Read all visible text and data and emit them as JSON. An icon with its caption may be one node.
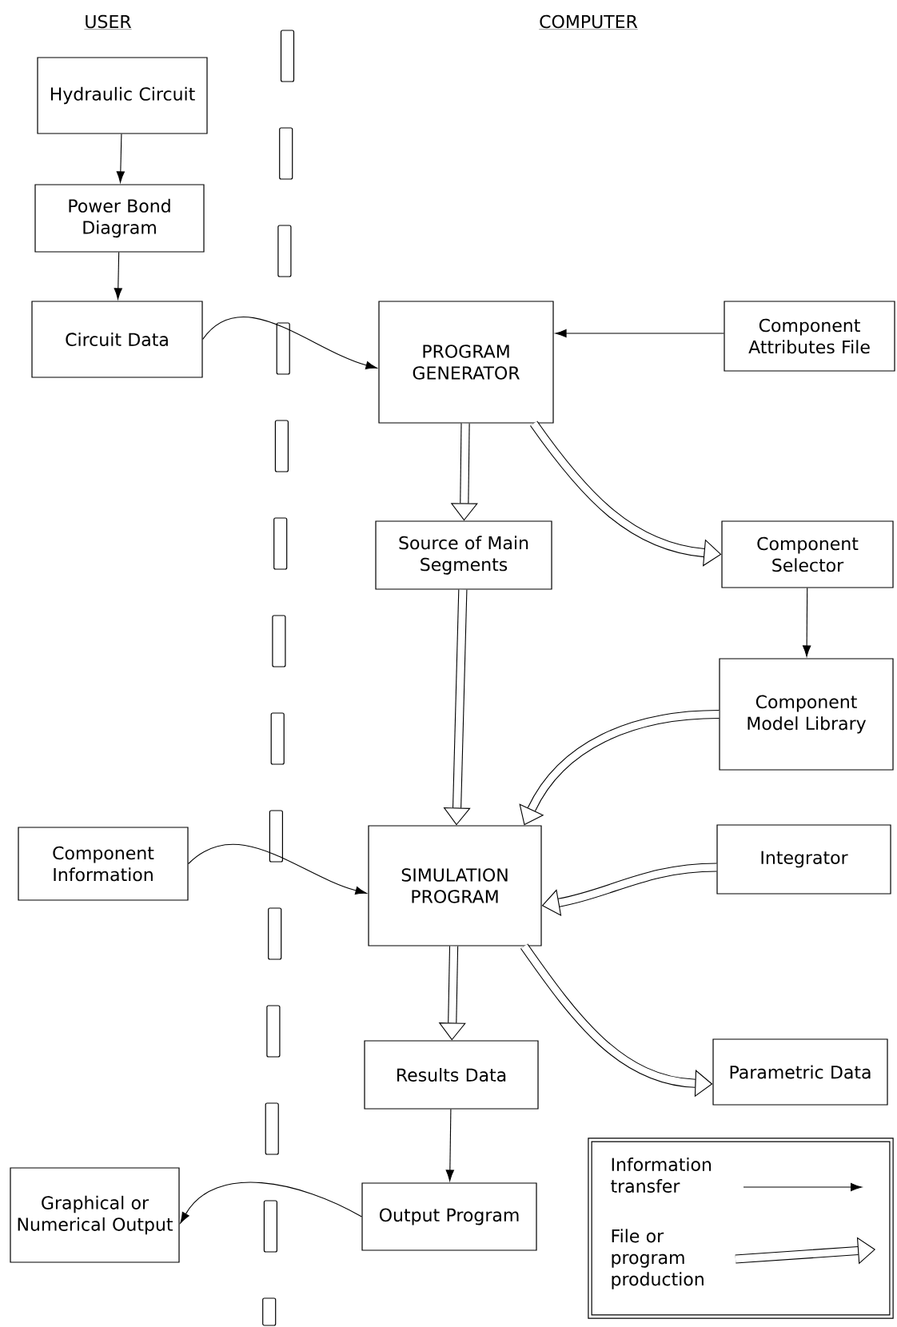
{
  "diagram": {
    "nodes": [
      {
        "text": [
          "Hydraulic Circuit"
        ]
      },
      {
        "text": [
          "Power Bond Diagram"
        ]
      },
      {
        "text": [
          "Circuit Data"
        ]
      },
      {
        "text": [
          "PROGRAM GENERATOR"
        ]
      },
      {
        "text": [
          "Component Attributes File"
        ]
      },
      {
        "text": [
          "Source of Main Segments"
        ]
      },
      {
        "text": [
          "Component Selector"
        ]
      },
      {
        "text": [
          "Component Model Library"
        ]
      },
      {
        "text": [
          "Component Information"
        ]
      },
      {
        "text": [
          "SIMULATION PROGRAM"
        ]
      },
      {
        "text": [
          "Integrator"
        ]
      },
      {
        "text": [
          "Results Data"
        ]
      },
      {
        "text": [
          "Parametric Data"
        ]
      },
      {
        "text": [
          "Output Program"
        ]
      },
      {
        "text": [
          "Graphical or Numerical Output"
        ]
      }
    ],
    "edges": [
      {
        "from": 0,
        "to": 1,
        "arrow": "to"
      },
      {
        "from": 1,
        "to": 2,
        "arrow": "to"
      },
      {
        "from": 2,
        "to": 3,
        "arrow": "to"
      },
      {
        "from": 4,
        "to": 3,
        "arrow": "to"
      },
      {
        "from": 3,
        "to": 5,
        "arrow": "to",
        "style": "thick"
      },
      {
        "from": 3,
        "to": 6,
        "arrow": "to",
        "style": "thick"
      },
      {
        "from": 5,
        "to": 9,
        "arrow": "to",
        "style": "thick"
      },
      {
        "from": 6,
        "to": 7,
        "arrow": "to"
      },
      {
        "from": 7,
        "to": 9,
        "arrow": "to",
        "style": "thick"
      },
      {
        "from": 8,
        "to": 9,
        "arrow": "to"
      },
      {
        "from": 10,
        "to": 9,
        "arrow": "to",
        "style": "thick"
      },
      {
        "from": 9,
        "to": 11,
        "arrow": "to",
        "style": "thick"
      },
      {
        "from": 9,
        "to": 12,
        "arrow": "to",
        "style": "thick"
      },
      {
        "from": 11,
        "to": 13,
        "arrow": "to"
      },
      {
        "from": 13,
        "to": 14,
        "arrow": "to"
      }
    ],
    "labels": [
      "USER",
      "COMPUTER"
    ],
    "legend": [
      {
        "text": "Information transfer"
      },
      {
        "text": "File or program production"
      }
    ]
  }
}
